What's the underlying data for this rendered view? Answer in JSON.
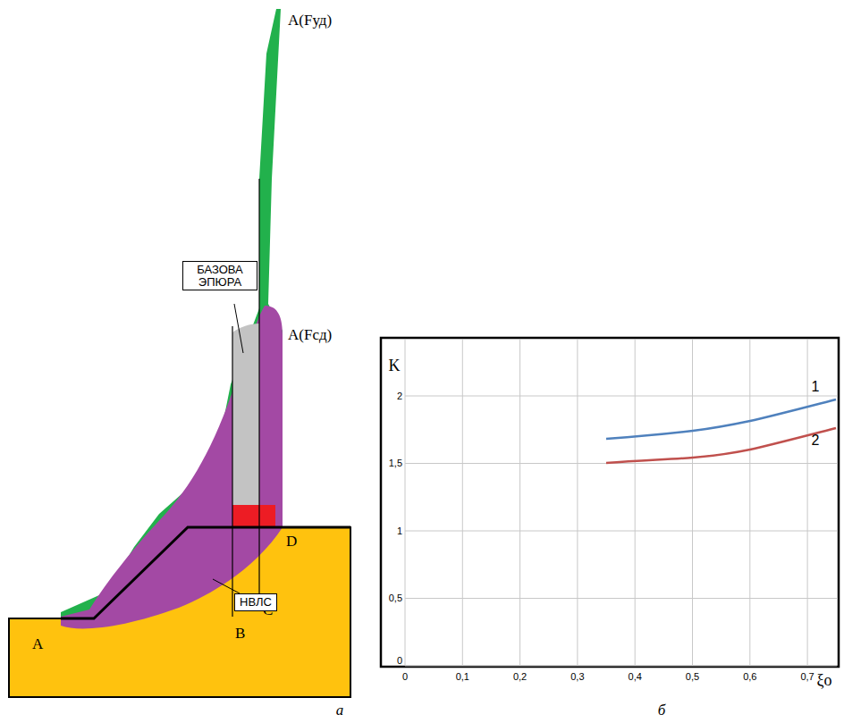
{
  "diagram": {
    "nodes": [
      {
        "text": [
          "БАЗОВА ЭПЮРА"
        ]
      },
      {
        "text": [
          "НВЛС"
        ]
      }
    ],
    "labels": [
      "A(Fуд)",
      "A(Fсд)",
      "D",
      "C",
      "B",
      "A",
      "а",
      "K",
      "2",
      "1,5",
      "1",
      "0,5",
      "0",
      "0",
      "0,1",
      "0,2",
      "0,3",
      "0,4",
      "0,5",
      "0,6",
      "0,7",
      "ξo",
      "1",
      "2",
      "б"
    ]
  }
}
